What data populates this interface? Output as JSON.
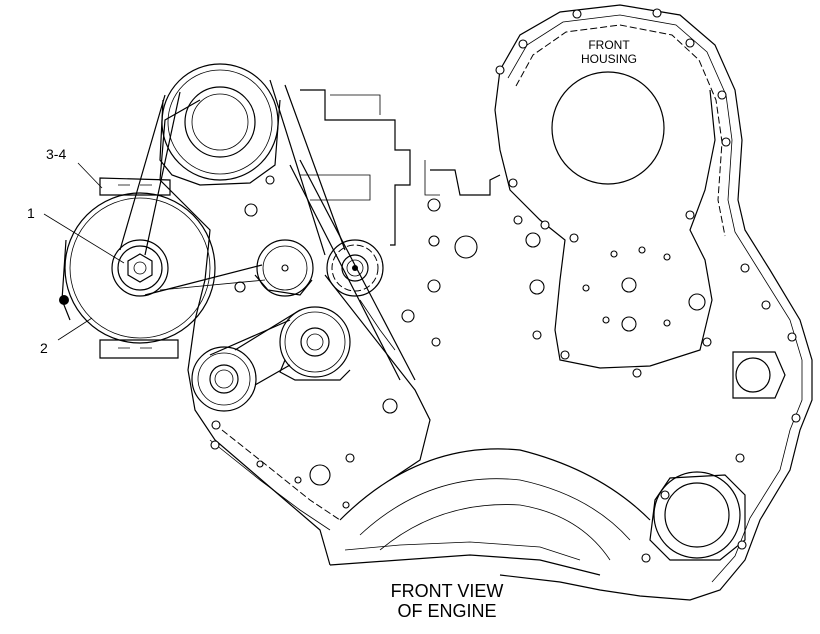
{
  "callouts": {
    "item_3_4": "3-4",
    "item_1": "1",
    "item_2": "2"
  },
  "housing_label": {
    "line1": "FRONT",
    "line2": "HOUSING"
  },
  "caption": {
    "line1": "FRONT VIEW",
    "line2": "OF ENGINE"
  }
}
